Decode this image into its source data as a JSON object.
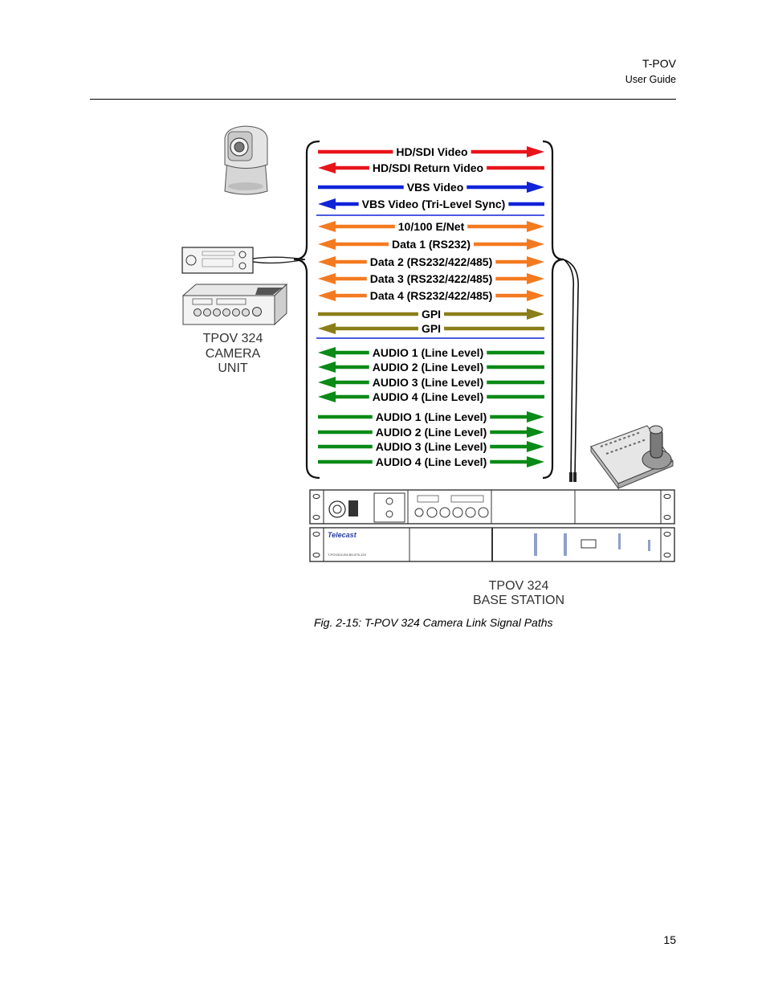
{
  "header": {
    "title": "T-POV",
    "subtitle": "User Guide"
  },
  "figure": {
    "signals": [
      {
        "label": "HD/SDI Video",
        "color": "#e8141b",
        "direction": "right"
      },
      {
        "label": "HD/SDI Return Video",
        "color": "#e8141b",
        "direction": "left"
      },
      {
        "label": "VBS Video",
        "color": "#1024d8",
        "direction": "right"
      },
      {
        "label": "VBS Video (Tri-Level Sync)",
        "color": "#1024d8",
        "direction": "left"
      },
      {
        "label": "10/100 E/Net",
        "color": "#f47a20",
        "direction": "both"
      },
      {
        "label": "Data 1 (RS232)",
        "color": "#f47a20",
        "direction": "both"
      },
      {
        "label": "Data 2 (RS232/422/485)",
        "color": "#f47a20",
        "direction": "both"
      },
      {
        "label": "Data 3 (RS232/422/485)",
        "color": "#f47a20",
        "direction": "both"
      },
      {
        "label": "Data 4 (RS232/422/485)",
        "color": "#f47a20",
        "direction": "both"
      },
      {
        "label": "GPI",
        "color": "#8a7e18",
        "direction": "right"
      },
      {
        "label": "GPI",
        "color": "#8a7e18",
        "direction": "left"
      },
      {
        "label": "AUDIO 1 (Line Level)",
        "color": "#0a8a16",
        "direction": "left"
      },
      {
        "label": "AUDIO 2 (Line Level)",
        "color": "#0a8a16",
        "direction": "left"
      },
      {
        "label": "AUDIO 3 (Line Level)",
        "color": "#0a8a16",
        "direction": "left"
      },
      {
        "label": "AUDIO 4 (Line Level)",
        "color": "#0a8a16",
        "direction": "left"
      },
      {
        "label": "AUDIO 1 (Line Level)",
        "color": "#0a8a16",
        "direction": "right"
      },
      {
        "label": "AUDIO 2 (Line Level)",
        "color": "#0a8a16",
        "direction": "right"
      },
      {
        "label": "AUDIO 3 (Line Level)",
        "color": "#0a8a16",
        "direction": "right"
      },
      {
        "label": "AUDIO 4 (Line Level)",
        "color": "#0a8a16",
        "direction": "right"
      }
    ],
    "camera_unit_label": [
      "TPOV 324",
      "CAMERA",
      "UNIT"
    ],
    "base_station_label": [
      "TPOV 324",
      "BASE STATION"
    ],
    "brand_text": "Telecast",
    "model_text": "T-POV324-R4-BS-575-12V",
    "divider_color": "#1024d8",
    "caption": "Fig. 2-15: T-POV 324 Camera Link Signal Paths"
  },
  "page_number": "15"
}
